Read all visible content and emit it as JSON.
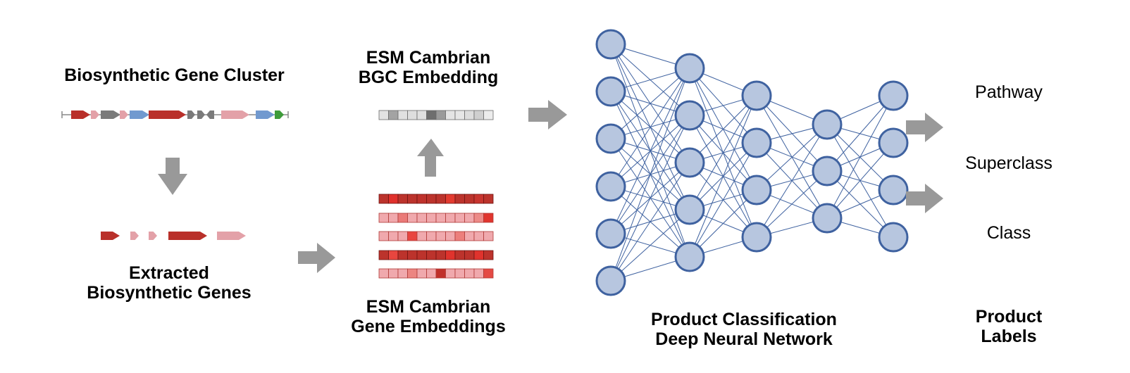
{
  "labels": {
    "bgc_title": "Biosynthetic Gene Cluster",
    "extracted_line1": "Extracted",
    "extracted_line2": "Biosynthetic Genes",
    "bgc_emb_line1": "ESM Cambrian",
    "bgc_emb_line2": "BGC Embedding",
    "gene_emb_line1": "ESM Cambrian",
    "gene_emb_line2": "Gene Embeddings",
    "dnn_line1": "Product Classification",
    "dnn_line2": "Deep Neural Network",
    "product_line1": "Product",
    "product_line2": "Labels"
  },
  "outputs": [
    "Pathway",
    "Superclass",
    "Class"
  ],
  "colors": {
    "arrow": "#999999",
    "node_fill": "#b7c6df",
    "node_stroke": "#3f62a0",
    "edge": "#3f62a0",
    "gene_red": "#b9302a",
    "gene_pink": "#e3a1a8",
    "gene_gray": "#7a7a7a",
    "gene_blue": "#7199cf",
    "gene_green": "#3e9b3a"
  },
  "gene_cluster": [
    {
      "color": "red",
      "dir": "right"
    },
    {
      "color": "pink",
      "dir": "right"
    },
    {
      "color": "gray",
      "dir": "right"
    },
    {
      "color": "pink",
      "dir": "right"
    },
    {
      "color": "blue",
      "dir": "right"
    },
    {
      "color": "red",
      "dir": "right"
    },
    {
      "color": "gray",
      "dir": "right"
    },
    {
      "color": "gray",
      "dir": "right"
    },
    {
      "color": "gray",
      "dir": "left"
    },
    {
      "color": "pink",
      "dir": "right"
    },
    {
      "color": "blue",
      "dir": "right"
    },
    {
      "color": "green",
      "dir": "right"
    }
  ],
  "extracted_genes": [
    {
      "color": "red"
    },
    {
      "color": "pink"
    },
    {
      "color": "pink"
    },
    {
      "color": "red"
    },
    {
      "color": "pink"
    }
  ],
  "bgc_embedding": [
    "#e2e2e2",
    "#a3a3a3",
    "#e0e0e0",
    "#dedede",
    "#e0e0e0",
    "#6e6e6e",
    "#9a9a9a",
    "#e4e4e4",
    "#e6e6e6",
    "#dddddd",
    "#cfcfcf",
    "#ececec"
  ],
  "gene_embeddings": [
    [
      "#bc332c",
      "#e0312c",
      "#bc332c",
      "#bc332c",
      "#bf322c",
      "#bc332c",
      "#bc332c",
      "#e33b30",
      "#bc332c",
      "#bc332c",
      "#c8352f",
      "#bc332c"
    ],
    [
      "#f0a9ad",
      "#f0a9ad",
      "#ea7a78",
      "#f0a9ad",
      "#f0a9ad",
      "#f0a9ad",
      "#f0a9ad",
      "#f0a9ad",
      "#f0a9ad",
      "#f0a9ad",
      "#ec8b88",
      "#e0352e"
    ],
    [
      "#f0a9ad",
      "#f0a9ad",
      "#f0a9ad",
      "#e84540",
      "#f0a9ad",
      "#f0a9ad",
      "#f0a9ad",
      "#f0a9ad",
      "#ec7f7c",
      "#f0a9ad",
      "#f0a9ad",
      "#f0a9ad"
    ],
    [
      "#bc332c",
      "#e8463f",
      "#bc332c",
      "#bc332c",
      "#bc332c",
      "#bc332c",
      "#bc332c",
      "#e0332d",
      "#bc332c",
      "#bc332c",
      "#e0332d",
      "#bc332c"
    ],
    [
      "#f0a9ad",
      "#f0a9ad",
      "#f0a9ad",
      "#ec8581",
      "#f0a9ad",
      "#f0a9ad",
      "#c0302a",
      "#f0a9ad",
      "#f0a9ad",
      "#f0a9ad",
      "#f0a9ad",
      "#e44a44"
    ]
  ],
  "network_layers": [
    6,
    5,
    4,
    3,
    4
  ]
}
